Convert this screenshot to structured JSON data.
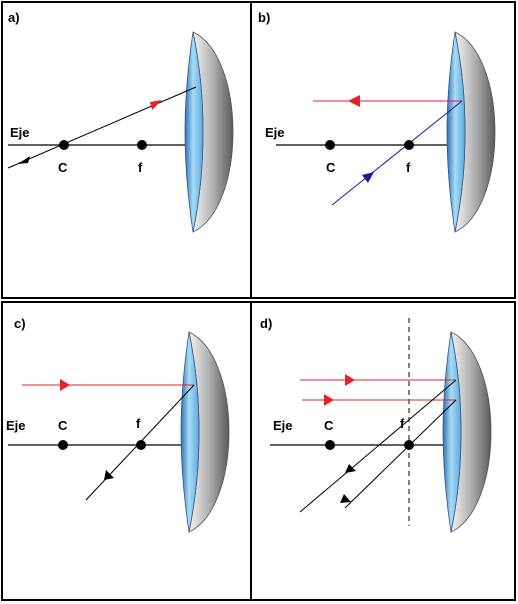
{
  "panels": [
    {
      "id": "a",
      "label": "a)",
      "axis_label": "Eje",
      "point_c": "C",
      "point_f": "f"
    },
    {
      "id": "b",
      "label": "b)",
      "axis_label": "Eje",
      "point_c": "C",
      "point_f": "f"
    },
    {
      "id": "c",
      "label": "c)",
      "axis_label": "Eje",
      "point_c": "C",
      "point_f": "f"
    },
    {
      "id": "d",
      "label": "d)",
      "axis_label": "Eje",
      "point_c": "C",
      "point_f": "f"
    }
  ],
  "colors": {
    "ray_red": "#e8202a",
    "ray_black": "#000000",
    "ray_blue": "#1a1a9c",
    "lens_light": "#a8dcf4",
    "lens_dark": "#2f6fb8",
    "mirror_back": "#8a8a8a"
  }
}
